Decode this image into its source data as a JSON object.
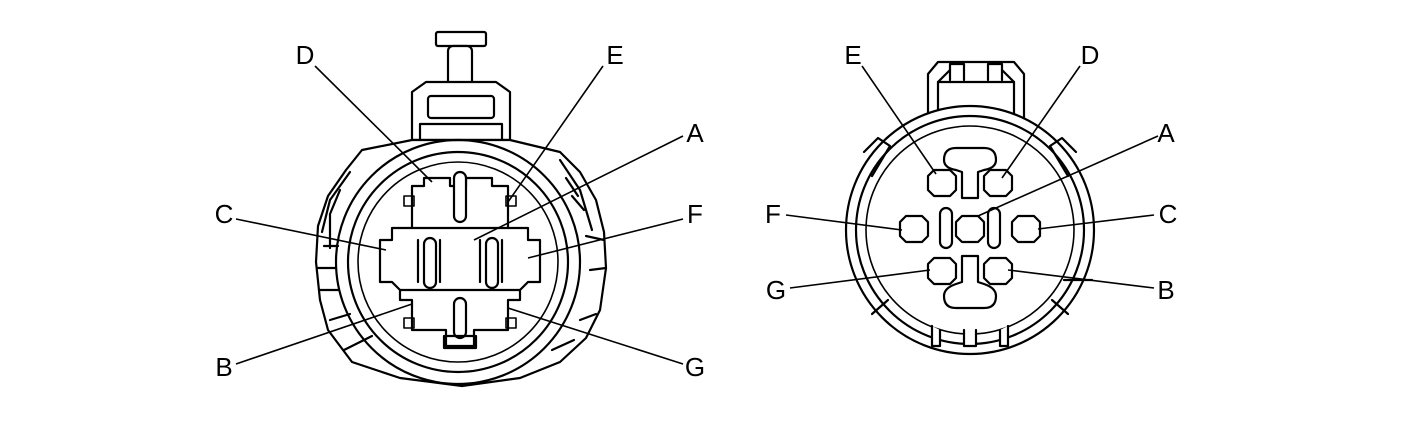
{
  "left_connector": {
    "labels": {
      "D": "D",
      "E": "E",
      "A": "A",
      "C": "C",
      "F": "F",
      "B": "B",
      "G": "G"
    }
  },
  "right_connector": {
    "labels": {
      "E": "E",
      "D": "D",
      "A": "A",
      "F": "F",
      "C": "C",
      "G": "G",
      "B": "B"
    }
  }
}
